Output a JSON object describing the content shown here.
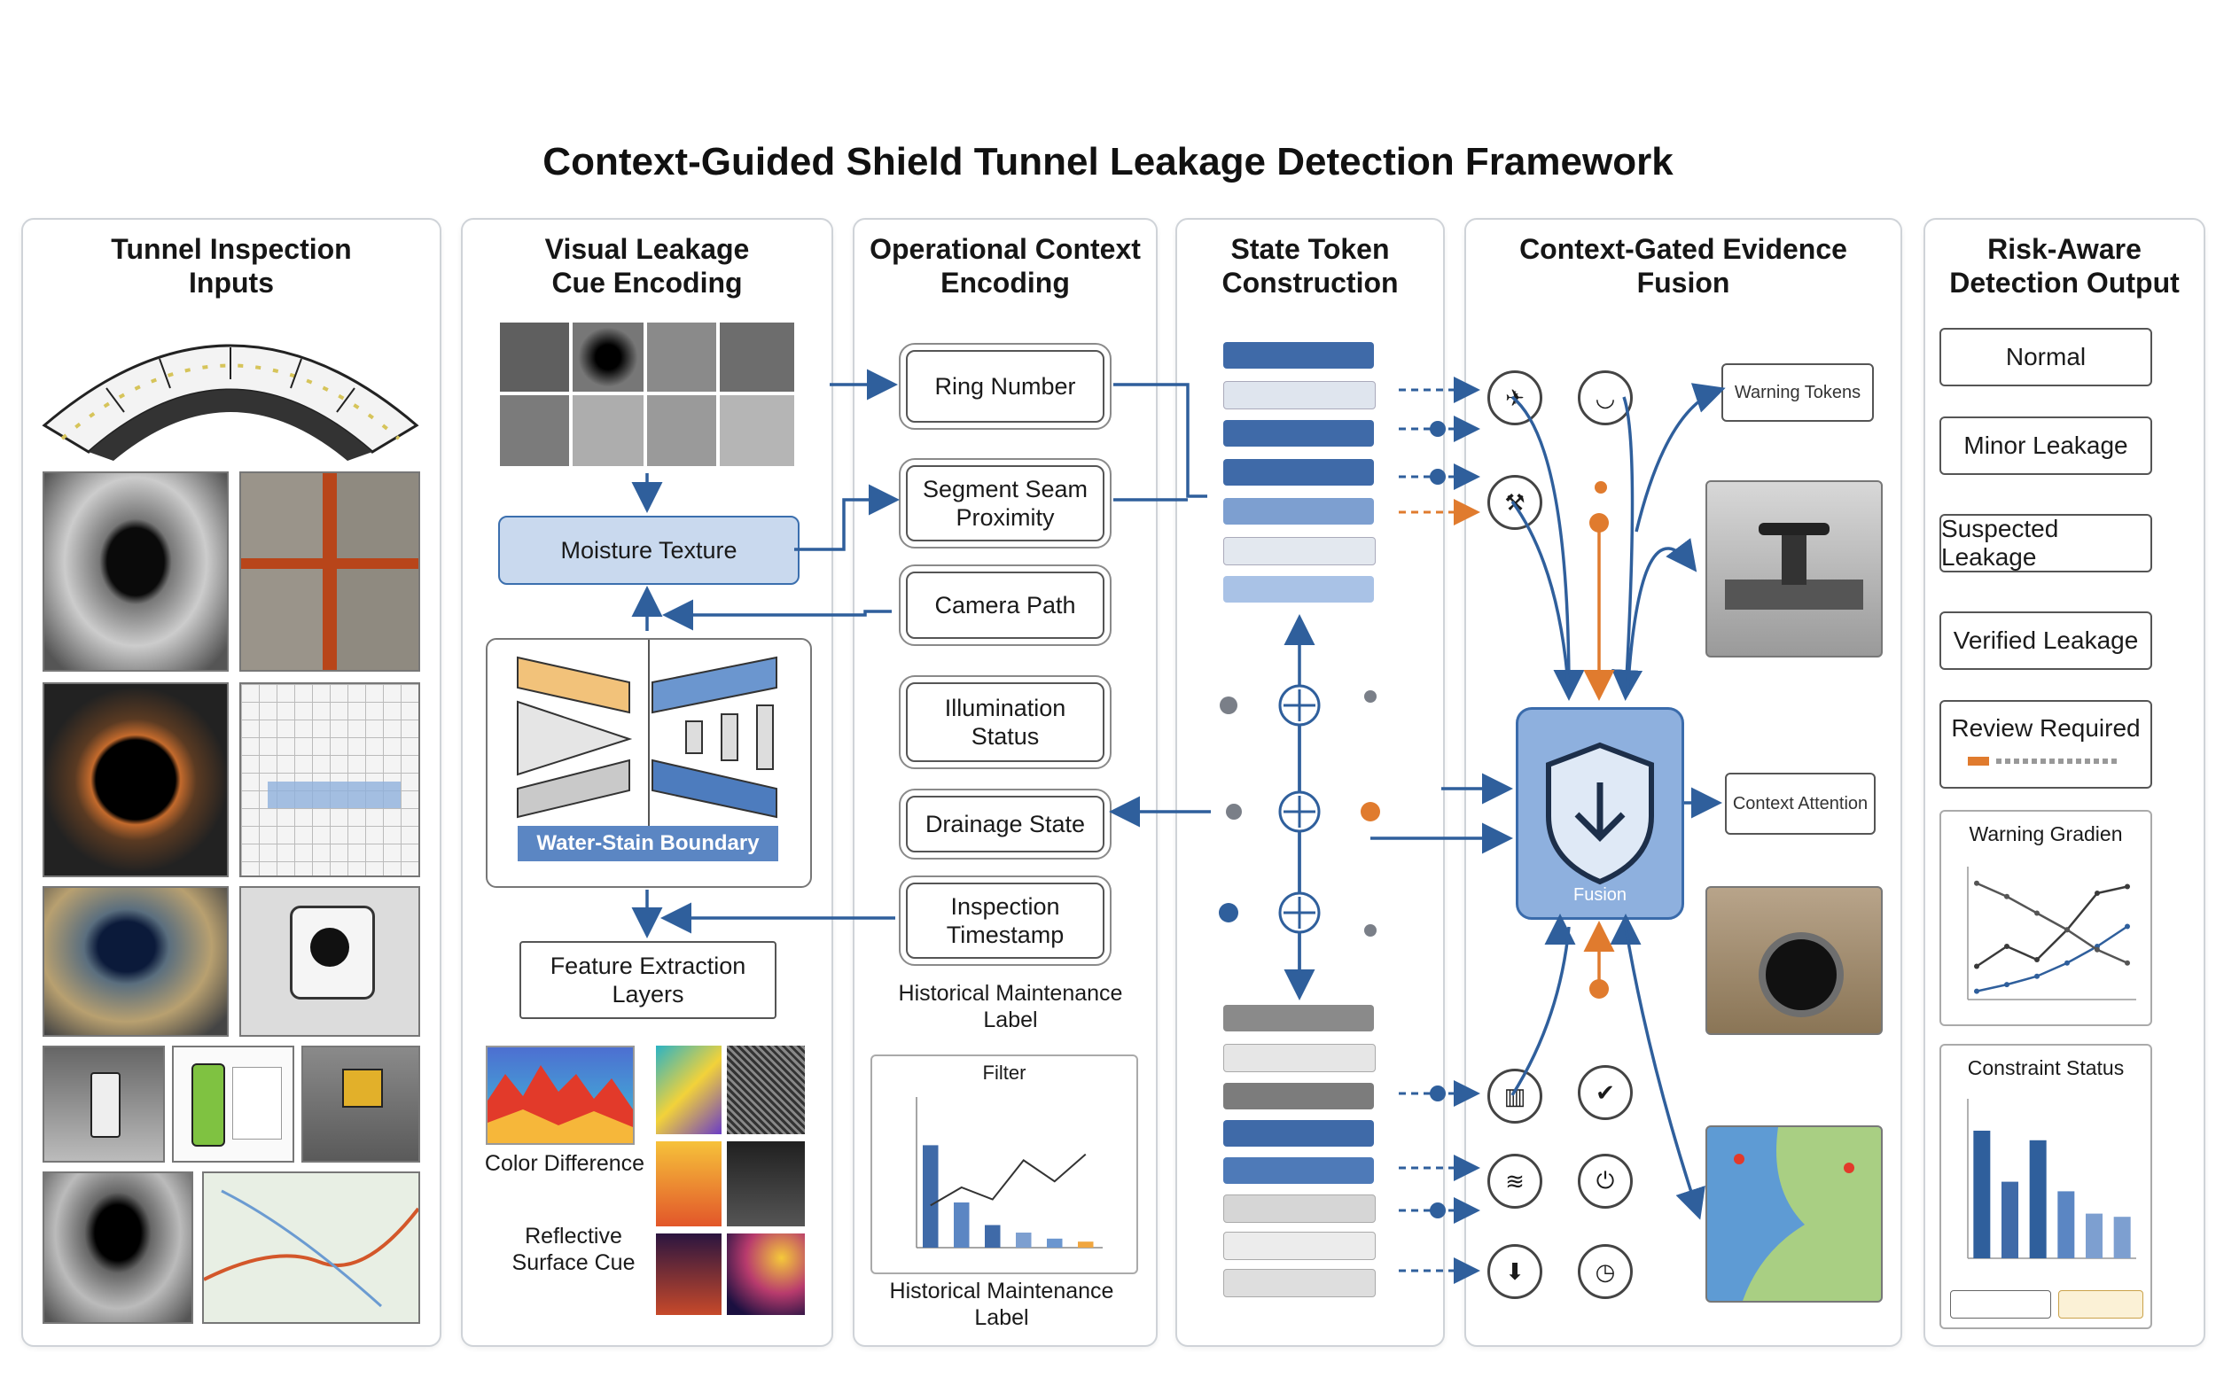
{
  "title": "Context-Guided Shield Tunnel Leakage Detection Framework",
  "panels": {
    "inputs": "Tunnel Inspection Inputs",
    "visual": "Visual Leakage Cue Encoding",
    "context": "Operational Context Encoding",
    "tokens": "State Token Construction",
    "fusion": "Context-Gated Evidence Fusion",
    "output": "Risk-Aware Detection Output"
  },
  "visual": {
    "moisture": "Moisture Texture",
    "water_stain": "Water-Stain Boundary",
    "feature_layers": "Feature Extraction Layers",
    "color_difference": "Color Difference",
    "reflective": "Reflective Surface Cue"
  },
  "context": {
    "ring_number": "Ring Number",
    "segment_seam": "Segment Seam Proximity",
    "camera_path": "Camera Path",
    "illumination": "Illumination Status",
    "drainage": "Drainage State",
    "timestamp": "Inspection Timestamp",
    "hist_label_1": "Historical Maintenance Label",
    "filter": "Filter",
    "hist_label_2": "Historical Maintenance Label"
  },
  "fusion": {
    "warning_tokens": "Warning Tokens",
    "fusion_label": "Fusion",
    "context_attention": "Context Attention"
  },
  "outputs": {
    "normal": "Normal",
    "minor": "Minor Leakage",
    "suspected": "Suspected Leakage",
    "verified": "Verified Leakage",
    "review": "Review Required",
    "warning_gradient": "Warning Gradien",
    "constraint_status": "Constraint Status"
  },
  "chart_data": [
    {
      "type": "bar",
      "title": "Filter",
      "values": [
        68,
        30,
        15,
        10,
        6,
        4
      ],
      "ylim": [
        0,
        100
      ]
    },
    {
      "type": "line",
      "title": "Warning Gradien",
      "series": [
        {
          "values": [
            20,
            32,
            24,
            42,
            64,
            68
          ]
        },
        {
          "values": [
            5,
            9,
            14,
            22,
            32,
            44
          ]
        },
        {
          "values": [
            70,
            62,
            52,
            42,
            30,
            22
          ]
        }
      ]
    },
    {
      "type": "bar",
      "title": "Constraint Status",
      "values": [
        80,
        48,
        74,
        42,
        28,
        26
      ],
      "ylim": [
        0,
        100
      ]
    }
  ],
  "colors": {
    "accent_blue": "#2f5f9c",
    "accent_orange": "#e07b2e",
    "panel_border": "#cfd3d8"
  }
}
